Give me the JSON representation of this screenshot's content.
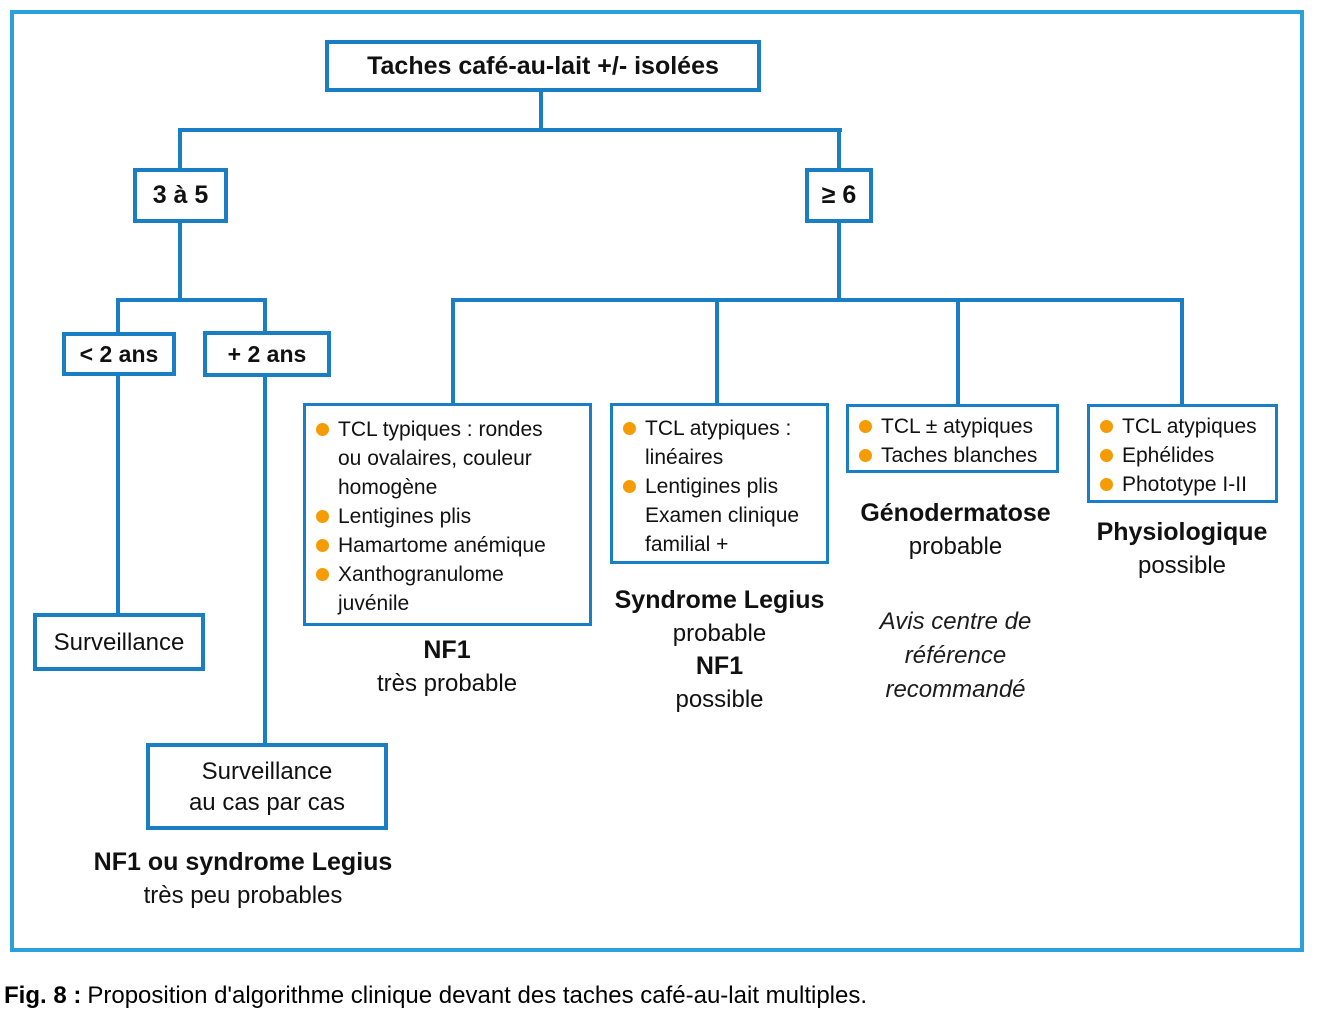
{
  "colors": {
    "frame_blue": "#2aa1db",
    "line_blue": "#1a7ec4",
    "bullet_orange": "#f59c04",
    "text": "#111111"
  },
  "title": "Taches café-au-lait +/- isolées",
  "nodes": {
    "count_3_5": "3 à 5",
    "count_ge_6": "≥ 6",
    "age_under_2": "< 2 ans",
    "age_over_2": "+ 2 ans",
    "surveillance": "Surveillance",
    "surveillance_case": {
      "line1": "Surveillance",
      "line2": "au cas par cas"
    }
  },
  "left_conclusion": {
    "line1": "NF1 ou syndrome Legius",
    "line2": "très peu probables"
  },
  "criteria": {
    "nf1": {
      "item1": "TCL typiques : rondes ou ovalaires, couleur homogène",
      "item2": "Lentigines plis",
      "item3": "Hamartome anémique",
      "item4": "Xanthogranulome juvénile"
    },
    "legius": {
      "item1": "TCL atypiques : linéaires",
      "item2": "Lentigines plis",
      "item3": "Examen clinique familial +"
    },
    "genodermatose": {
      "item1": "TCL ± atypiques",
      "item2": "Taches blanches"
    },
    "physiologique": {
      "item1": "TCL atypiques",
      "item2": "Ephélides",
      "item3": "Phototype I-II"
    }
  },
  "outcomes": {
    "nf1": {
      "line1": "NF1",
      "line2": "très probable"
    },
    "legius": {
      "line1": "Syndrome Legius",
      "line2": "probable",
      "line3": "NF1",
      "line4": "possible"
    },
    "genodermatose": {
      "line1": "Génodermatose",
      "line2": "probable"
    },
    "genodermatose_note": {
      "line1": "Avis centre de",
      "line2": "référence",
      "line3": "recommandé"
    },
    "physiologique": {
      "line1": "Physiologique",
      "line2": "possible"
    }
  },
  "caption": {
    "label": "Fig. 8 :",
    "text": "Proposition d'algorithme clinique devant des taches café-au-lait multiples."
  }
}
